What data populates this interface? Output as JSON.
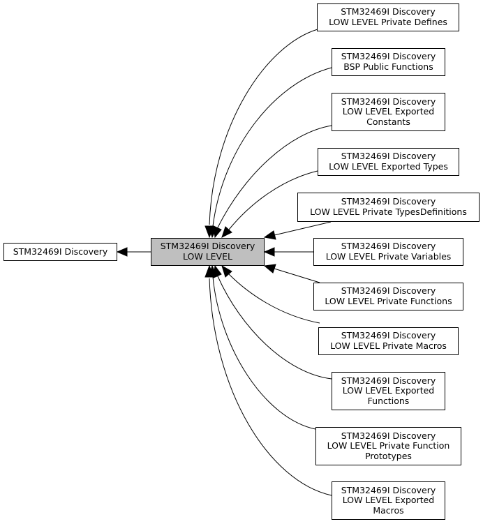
{
  "diagram": {
    "parent": {
      "label": "STM32469I Discovery"
    },
    "center": {
      "label": "STM32469I Discovery\nLOW LEVEL"
    },
    "children": [
      {
        "label": "STM32469I Discovery\nLOW LEVEL Private Defines"
      },
      {
        "label": "STM32469I Discovery\nBSP Public Functions"
      },
      {
        "label": "STM32469I Discovery\nLOW LEVEL Exported\nConstants"
      },
      {
        "label": "STM32469I Discovery\nLOW LEVEL Exported Types"
      },
      {
        "label": "STM32469I Discovery\nLOW LEVEL Private TypesDefinitions"
      },
      {
        "label": "STM32469I Discovery\nLOW LEVEL Private Variables"
      },
      {
        "label": "STM32469I Discovery\nLOW LEVEL Private Functions"
      },
      {
        "label": "STM32469I Discovery\nLOW LEVEL Private Macros"
      },
      {
        "label": "STM32469I Discovery\nLOW LEVEL Exported\nFunctions"
      },
      {
        "label": "STM32469I Discovery\nLOW LEVEL Private Function\nPrototypes"
      },
      {
        "label": "STM32469I Discovery\nLOW LEVEL Exported\nMacros"
      }
    ]
  }
}
